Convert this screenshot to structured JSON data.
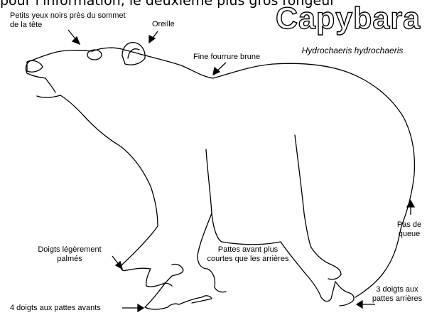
{
  "page": {
    "top_caption": "pour l'information, le deuxième plus gros rongeur"
  },
  "diagram": {
    "title": "Capybara",
    "subtitle": "Hydrochaeris hydrochaeris",
    "line_color": "#000000",
    "background": "#ffffff",
    "labels": {
      "eyes": "Petits yeux noirs près du sommet de la tête",
      "ear": "Oreille",
      "fur": "Fine fourrure brune",
      "toes_webbed": "Doigts légèrement palmés",
      "front_toes": "4 doigts aux pattes avants",
      "front_legs": "Pattes avant plus courtes que les arrières",
      "no_tail": "Pas de queue",
      "hind_toes": "3 doigts aux pattes arrières"
    }
  }
}
